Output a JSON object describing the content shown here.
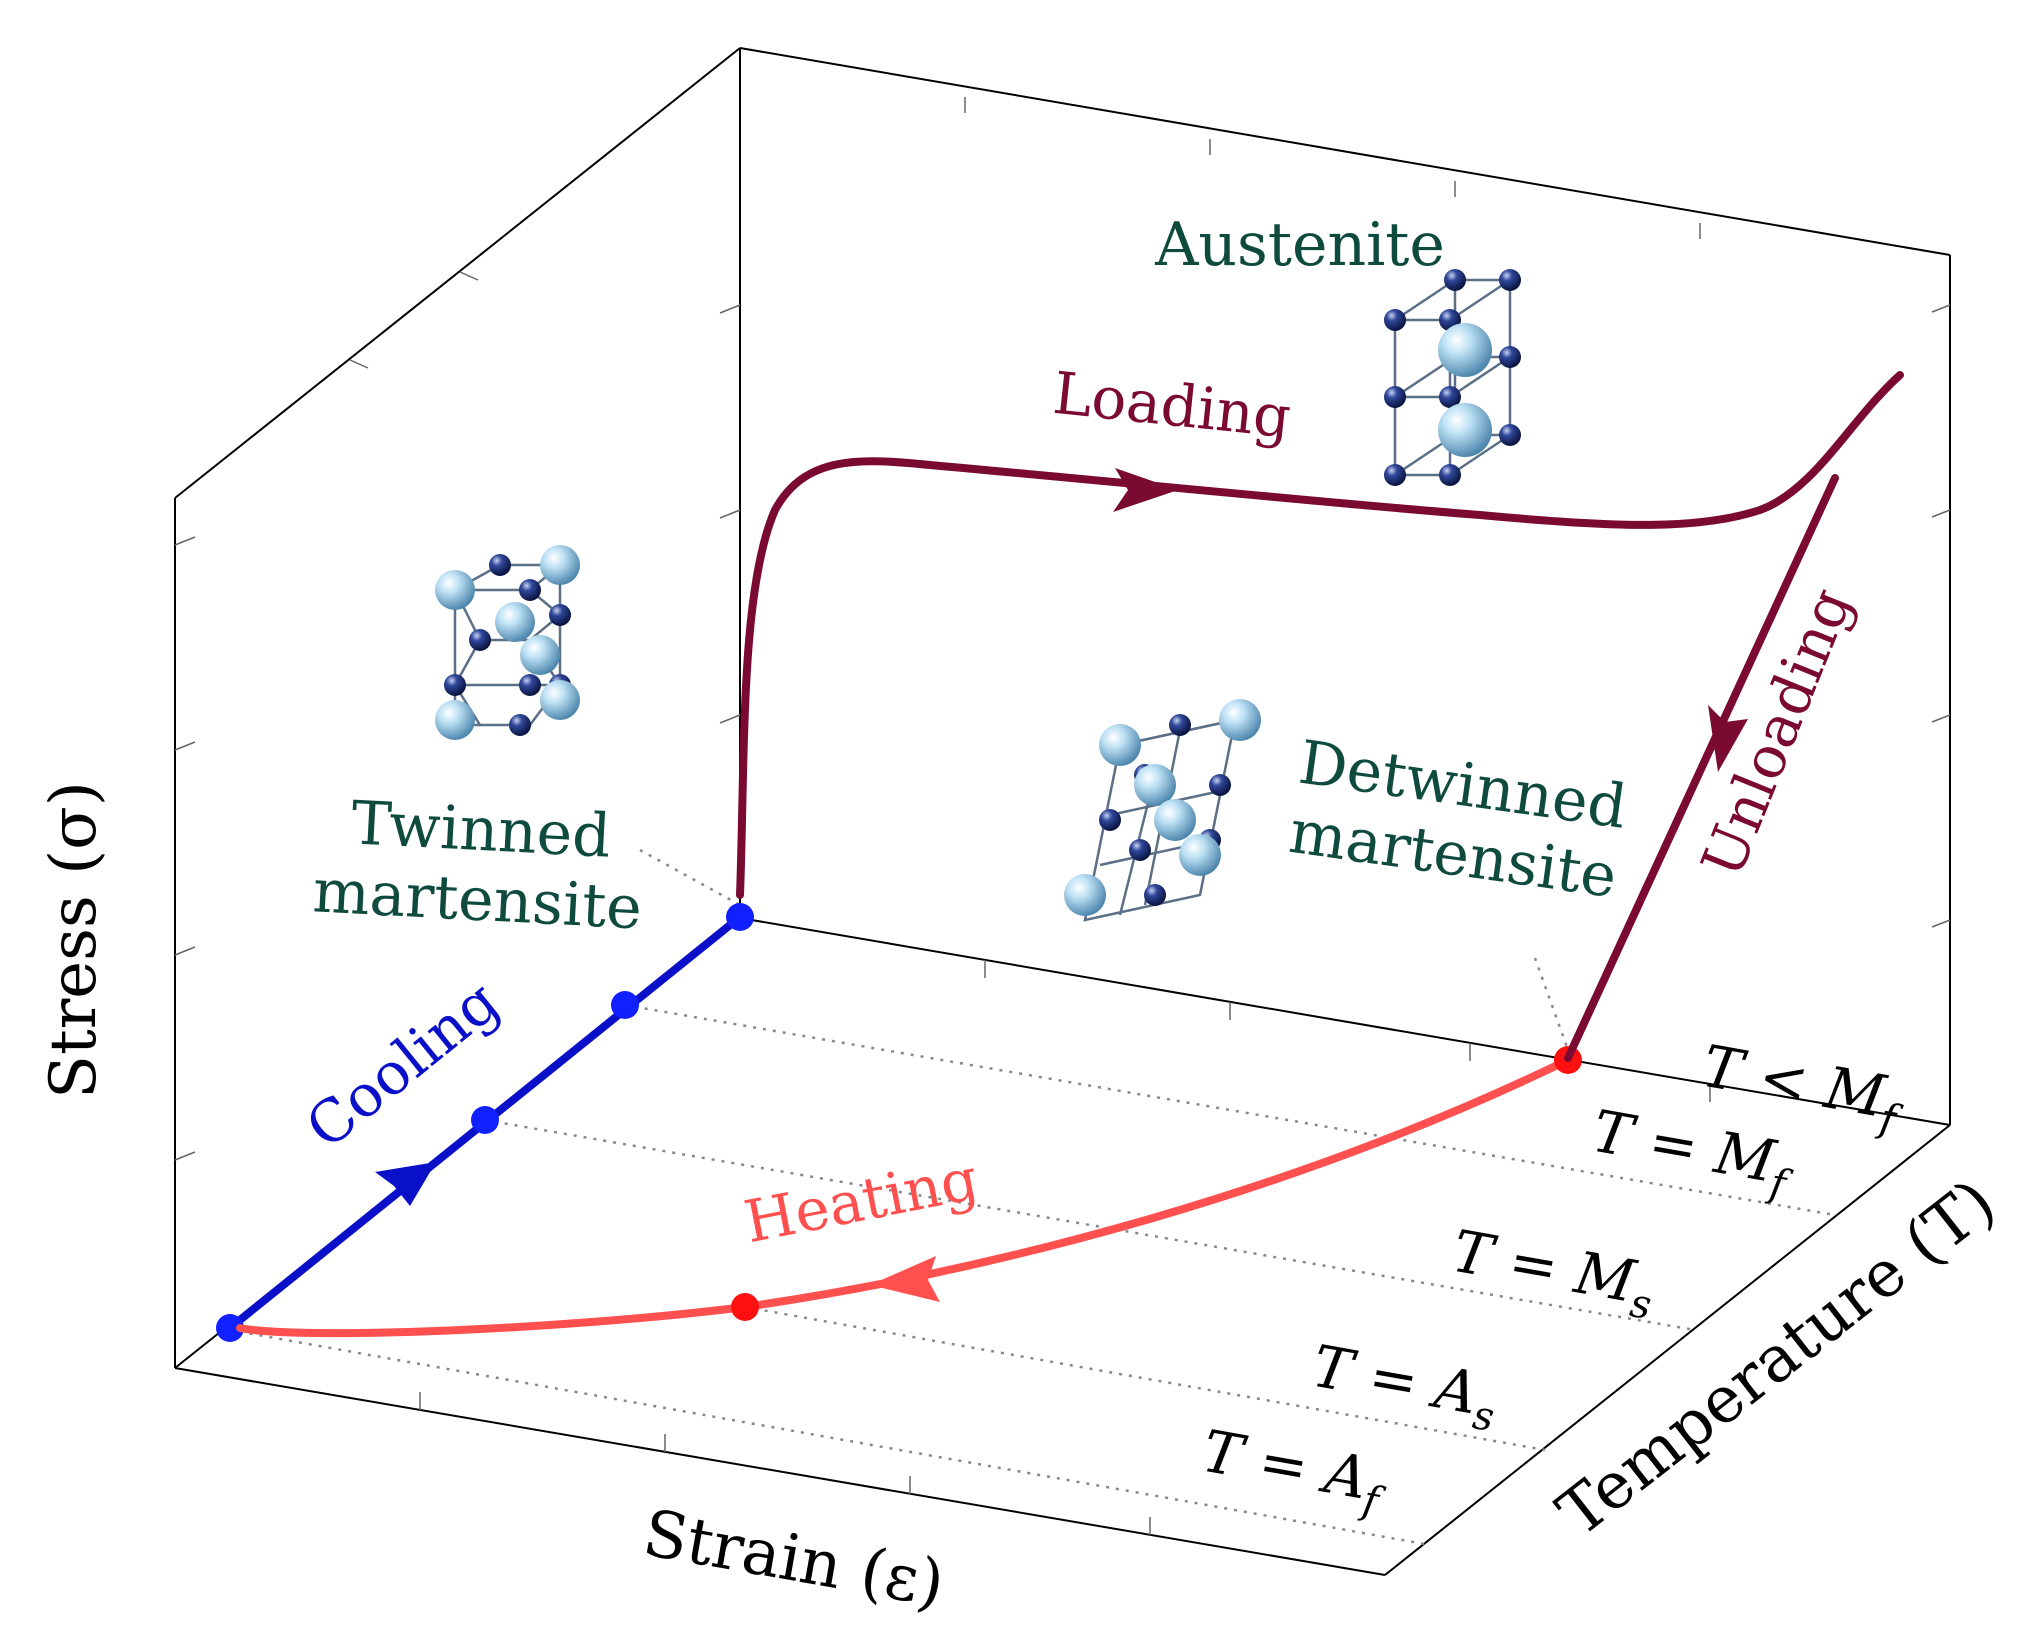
{
  "axes": {
    "x_label": "Strain (ε)",
    "y_label": "Stress (σ)",
    "z_label": "Temperature (T)"
  },
  "temperature_levels": [
    {
      "label": "T < M",
      "sub": "f"
    },
    {
      "label": "T = M",
      "sub": "f"
    },
    {
      "label": "T = M",
      "sub": "s"
    },
    {
      "label": "T = A",
      "sub": "s"
    },
    {
      "label": "T = A",
      "sub": "f"
    }
  ],
  "phases": {
    "austenite": "Austenite",
    "twinned_line1": "Twinned",
    "twinned_line2": "martensite",
    "detwinned_line1": "Detwinned",
    "detwinned_line2": "martensite"
  },
  "processes": {
    "loading": "Loading",
    "unloading": "Unloading",
    "cooling": "Cooling",
    "heating": "Heating"
  },
  "colors": {
    "loading": "#7b0a32",
    "cooling": "#0a10c8",
    "heating": "#ff5050",
    "phase_text": "#0e4a3e",
    "atom_large": "#a9d4ee",
    "atom_small": "#1c2f7a"
  }
}
